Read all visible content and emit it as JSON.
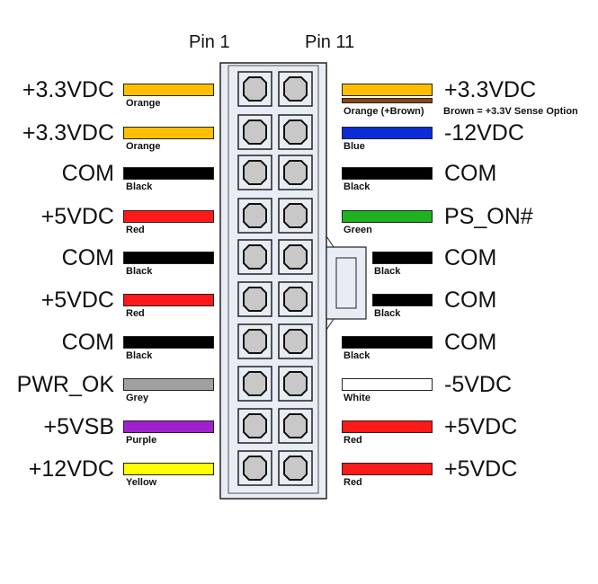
{
  "headers": {
    "pin1": "Pin 1",
    "pin11": "Pin 11"
  },
  "left": [
    {
      "signal": "+3.3VDC",
      "color_name": "Orange",
      "color": "#FFBF00"
    },
    {
      "signal": "+3.3VDC",
      "color_name": "Orange",
      "color": "#FFBF00"
    },
    {
      "signal": "COM",
      "color_name": "Black",
      "color": "#000000"
    },
    {
      "signal": "+5VDC",
      "color_name": "Red",
      "color": "#FF1A1A"
    },
    {
      "signal": "COM",
      "color_name": "Black",
      "color": "#000000"
    },
    {
      "signal": "+5VDC",
      "color_name": "Red",
      "color": "#FF1A1A"
    },
    {
      "signal": "COM",
      "color_name": "Black",
      "color": "#000000"
    },
    {
      "signal": "PWR_OK",
      "color_name": "Grey",
      "color": "#A0A0A0"
    },
    {
      "signal": "+5VSB",
      "color_name": "Purple",
      "color": "#A020D0"
    },
    {
      "signal": "+12VDC",
      "color_name": "Yellow",
      "color": "#FFFF00"
    }
  ],
  "right": [
    {
      "signal": "+3.3VDC",
      "color_name": "Orange (+Brown)",
      "color": "#FFBF00",
      "strip_color": "#8B4513",
      "note": "Brown = +3.3V Sense Option"
    },
    {
      "signal": "-12VDC",
      "color_name": "Blue",
      "color": "#0A2BD6"
    },
    {
      "signal": "COM",
      "color_name": "Black",
      "color": "#000000"
    },
    {
      "signal": "PS_ON#",
      "color_name": "Green",
      "color": "#1FB21F"
    },
    {
      "signal": "COM",
      "color_name": "Black",
      "color": "#000000",
      "short": true
    },
    {
      "signal": "COM",
      "color_name": "Black",
      "color": "#000000",
      "short": true
    },
    {
      "signal": "COM",
      "color_name": "Black",
      "color": "#000000"
    },
    {
      "signal": "-5VDC",
      "color_name": "White",
      "color": "#FFFFFF"
    },
    {
      "signal": "+5VDC",
      "color_name": "Red",
      "color": "#FF1A1A"
    },
    {
      "signal": "+5VDC",
      "color_name": "Red",
      "color": "#FF1A1A"
    }
  ]
}
